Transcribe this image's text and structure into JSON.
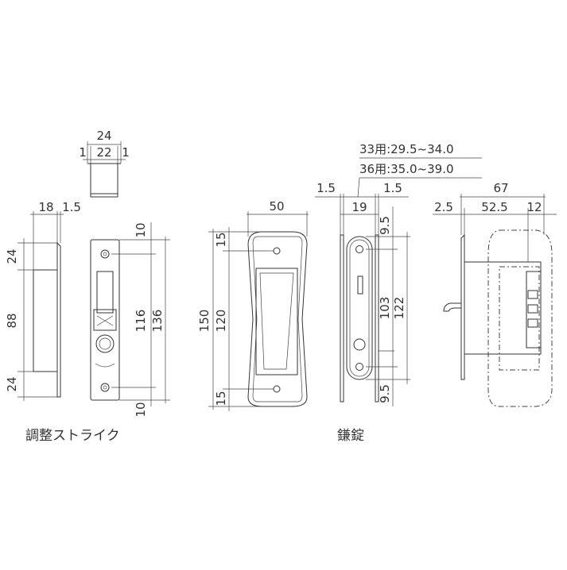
{
  "captions": {
    "strike": "調整ストライク",
    "lock": "鎌錠"
  },
  "strike_top": {
    "d24": "24",
    "d1a": "1",
    "d22": "22",
    "d1b": "1"
  },
  "strike_side": {
    "d18": "18",
    "d1_5": "1.5",
    "d24a": "24",
    "d88": "88",
    "d24b": "24"
  },
  "strike_front": {
    "d10a": "10",
    "d116": "116",
    "d136": "136",
    "d10b": "10"
  },
  "handle": {
    "d50": "50",
    "d150": "150",
    "d120": "120",
    "d15a": "15",
    "d15b": "15"
  },
  "lock_front": {
    "thick33": "33用:29.5~34.0",
    "thick36": "36用:35.0~39.0",
    "d1_5a": "1.5",
    "d19": "19",
    "d1_5b": "1.5",
    "d9_5a": "9.5",
    "d103": "103",
    "d122": "122",
    "d9_5b": "9.5"
  },
  "lock_side": {
    "d67": "67",
    "d2_5": "2.5",
    "d52_5": "52.5",
    "d12": "12"
  }
}
